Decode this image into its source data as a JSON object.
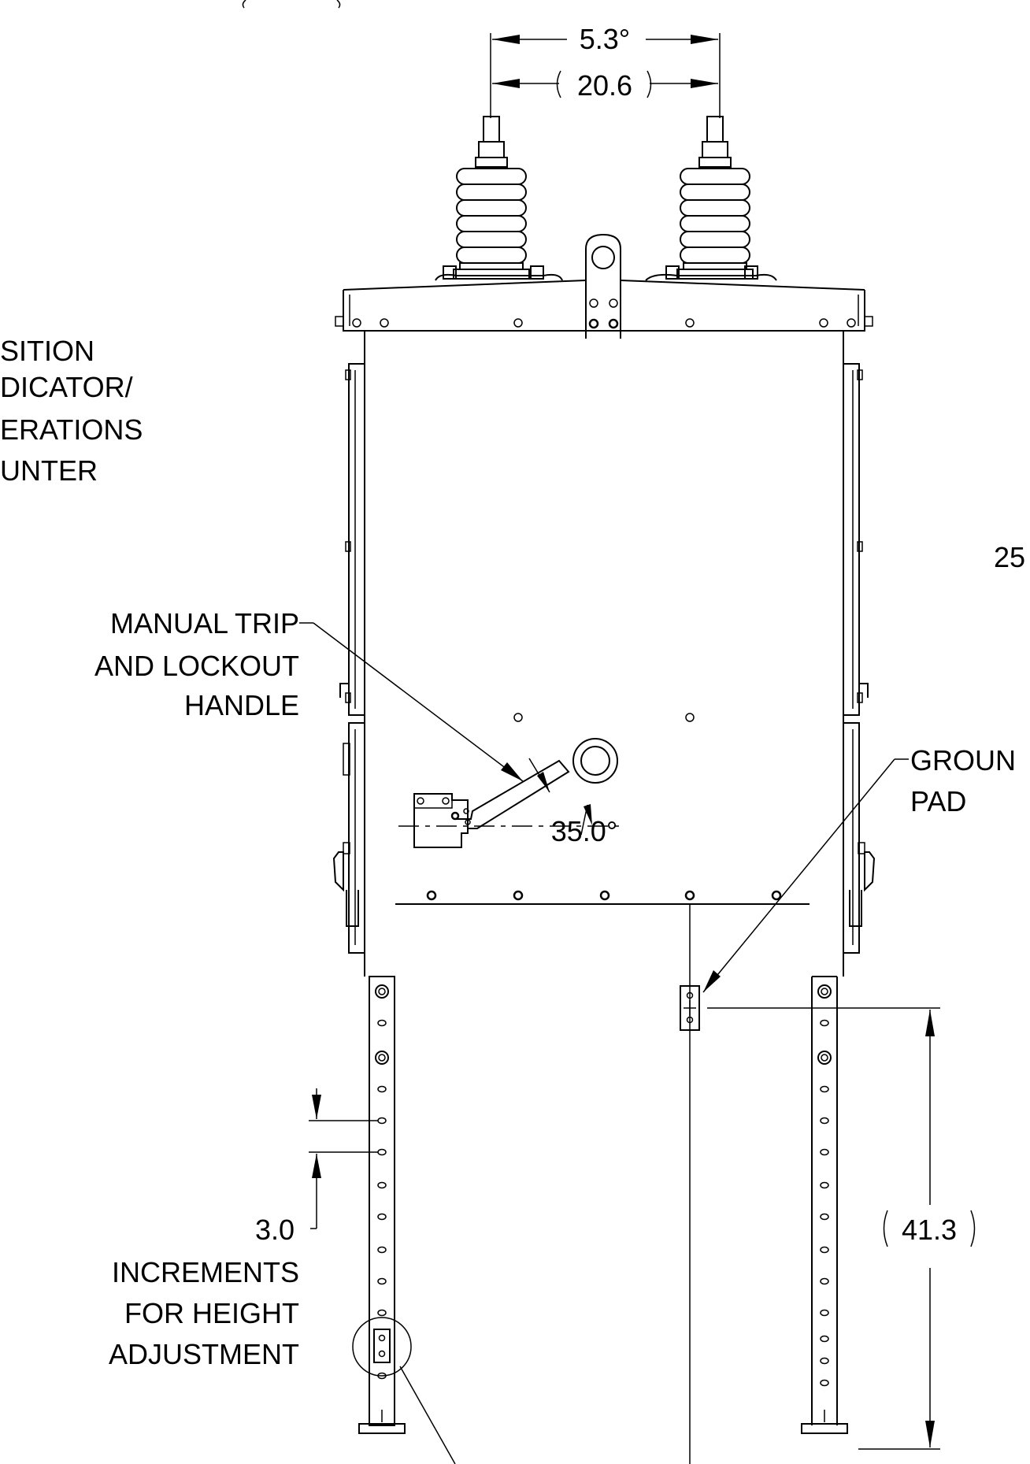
{
  "dimensions": {
    "top_width": "5.3°",
    "top_width_ref": "20.6",
    "handle_angle": "35.0°",
    "increment": "3.0",
    "ground_height_ref": "41.3",
    "partial_right": "25"
  },
  "labels": {
    "position_indicator": [
      "SITION",
      "DICATOR/",
      "ERATIONS",
      "UNTER"
    ],
    "manual_trip": [
      "MANUAL TRIP",
      "AND LOCKOUT",
      "HANDLE"
    ],
    "ground_pad": [
      "GROUN",
      "PAD"
    ],
    "increments": [
      "INCREMENTS",
      "FOR HEIGHT",
      "ADJUSTMENT"
    ]
  }
}
